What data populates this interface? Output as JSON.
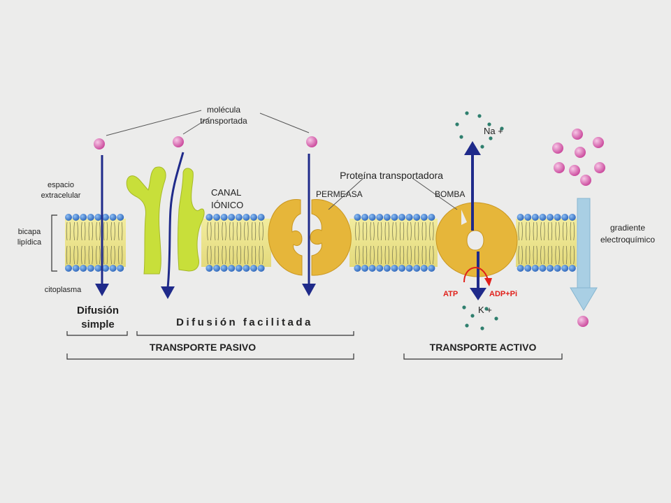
{
  "labels": {
    "molecule_line1": "molécula",
    "molecule_line2": "transportada",
    "extracellular_line1": "espacio",
    "extracellular_line2": "extracelular",
    "bilayer_line1": "bicapa",
    "bilayer_line2": "lipídica",
    "cytoplasm": "citoplasma",
    "channel_line1": "CANAL",
    "channel_line2": "IÓNICO",
    "transport_protein": "Proteína transportadora",
    "permease": "PERMEASA",
    "pump": "BOMBA",
    "sodium": "Na +",
    "potassium": "K +",
    "atp": "ATP",
    "adp": "ADP+Pi",
    "gradient_line1": "gradiente",
    "gradient_line2": "electroquímico",
    "simple_diffusion_line1": "Difusión",
    "simple_diffusion_line2": "simple",
    "facilitated_diffusion": "Difusión facilitada",
    "passive_transport": "TRANSPORTE PASIVO",
    "active_transport": "TRANSPORTE ACTIVO"
  },
  "colors": {
    "background": "#ececeb",
    "lipid_head": "#3f7fd6",
    "lipid_tail": "#e9e08a",
    "channel": "#c8df3a",
    "carrier": "#e6b63a",
    "arrow": "#1f2a8a",
    "molecule": "#d865b0",
    "ion_dot": "#2f7f6e",
    "atp_red": "#e0201a",
    "gradient_arrow": "#a9cfe4"
  },
  "icons": {
    "molecule": "circle",
    "ion": "dot",
    "arrow": "solid-arrow"
  }
}
